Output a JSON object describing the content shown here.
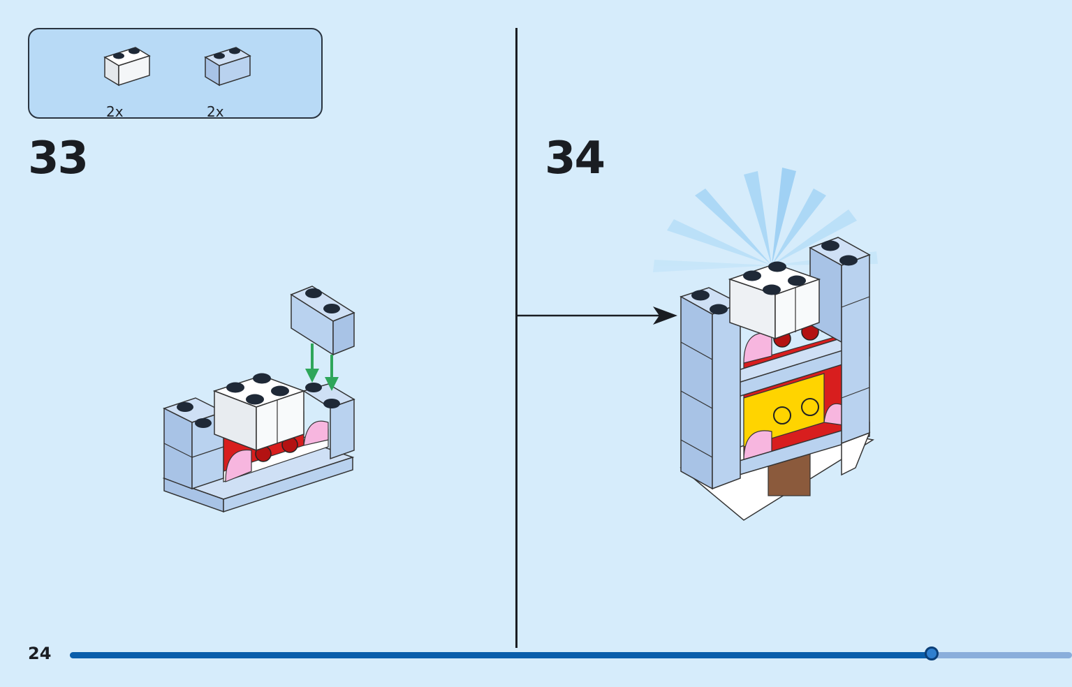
{
  "parts_list": {
    "items": [
      {
        "qty": "2x",
        "color_name": "white",
        "color": "#f4f6f8"
      },
      {
        "qty": "2x",
        "color_name": "light-blue",
        "color": "#b9d2ef"
      }
    ]
  },
  "steps": [
    {
      "number": "33"
    },
    {
      "number": "34"
    }
  ],
  "footer": {
    "page_number": "24",
    "progress": 0.86
  },
  "colors": {
    "background": "#d6ecfb",
    "brick_light_blue": "#b9d2ef",
    "brick_white": "#f4f6f8",
    "arrow_green": "#2ea65a",
    "progress_fill": "#0a5eab"
  }
}
